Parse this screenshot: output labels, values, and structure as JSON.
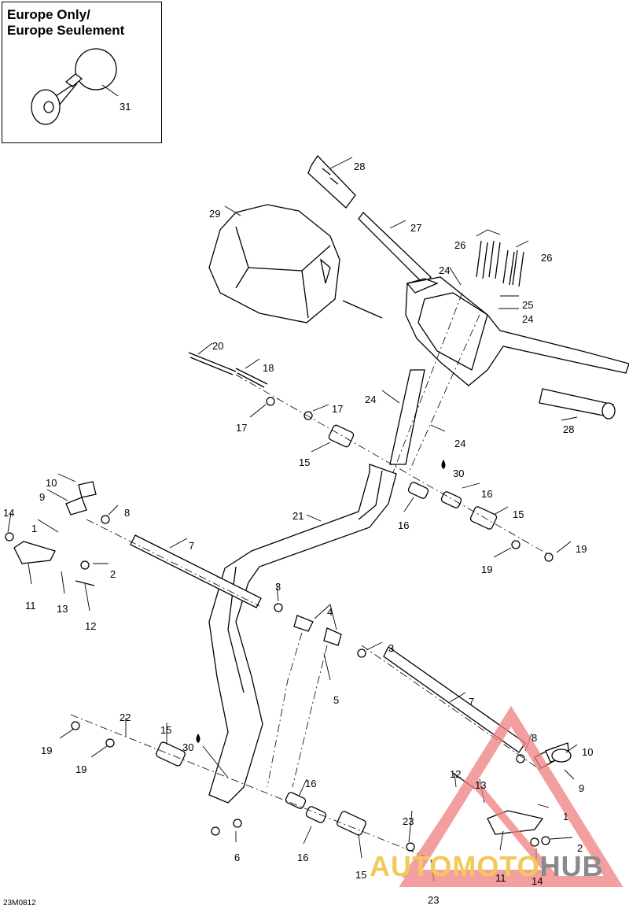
{
  "inset": {
    "title_line1": "Europe Only/",
    "title_line2": "Europe Seulement"
  },
  "diagram_code": "23M0812",
  "watermark": {
    "part1": "AUTOMOTO",
    "part2": "HUB"
  },
  "lubricant_symbol": "drop-icon",
  "callouts": [
    {
      "id": "31",
      "text": "31"
    },
    {
      "id": "28a",
      "text": "28"
    },
    {
      "id": "29",
      "text": "29"
    },
    {
      "id": "27",
      "text": "27"
    },
    {
      "id": "26a",
      "text": "26"
    },
    {
      "id": "26b",
      "text": "26"
    },
    {
      "id": "24a",
      "text": "24"
    },
    {
      "id": "25",
      "text": "25"
    },
    {
      "id": "24b",
      "text": "24"
    },
    {
      "id": "20",
      "text": "20"
    },
    {
      "id": "18",
      "text": "18"
    },
    {
      "id": "24c",
      "text": "24"
    },
    {
      "id": "17a",
      "text": "17"
    },
    {
      "id": "17b",
      "text": "17"
    },
    {
      "id": "24d",
      "text": "24"
    },
    {
      "id": "28b",
      "text": "28"
    },
    {
      "id": "15a",
      "text": "15"
    },
    {
      "id": "30a",
      "text": "30"
    },
    {
      "id": "10a",
      "text": "10"
    },
    {
      "id": "16a",
      "text": "16"
    },
    {
      "id": "9a",
      "text": "9"
    },
    {
      "id": "8a",
      "text": "8"
    },
    {
      "id": "14a",
      "text": "14"
    },
    {
      "id": "21",
      "text": "21"
    },
    {
      "id": "15b",
      "text": "15"
    },
    {
      "id": "16b",
      "text": "16"
    },
    {
      "id": "1a",
      "text": "1"
    },
    {
      "id": "7a",
      "text": "7"
    },
    {
      "id": "19a",
      "text": "19"
    },
    {
      "id": "19b",
      "text": "19"
    },
    {
      "id": "2a",
      "text": "2"
    },
    {
      "id": "11a",
      "text": "11"
    },
    {
      "id": "13a",
      "text": "13"
    },
    {
      "id": "12a",
      "text": "12"
    },
    {
      "id": "3a",
      "text": "3"
    },
    {
      "id": "4",
      "text": "4"
    },
    {
      "id": "3b",
      "text": "3"
    },
    {
      "id": "5",
      "text": "5"
    },
    {
      "id": "7b",
      "text": "7"
    },
    {
      "id": "22",
      "text": "22"
    },
    {
      "id": "15c",
      "text": "15"
    },
    {
      "id": "8b",
      "text": "8"
    },
    {
      "id": "19c",
      "text": "19"
    },
    {
      "id": "30b",
      "text": "30"
    },
    {
      "id": "10b",
      "text": "10"
    },
    {
      "id": "19d",
      "text": "19"
    },
    {
      "id": "12b",
      "text": "12"
    },
    {
      "id": "9b",
      "text": "9"
    },
    {
      "id": "16c",
      "text": "16"
    },
    {
      "id": "13b",
      "text": "13"
    },
    {
      "id": "1b",
      "text": "1"
    },
    {
      "id": "23a",
      "text": "23"
    },
    {
      "id": "2b",
      "text": "2"
    },
    {
      "id": "6",
      "text": "6"
    },
    {
      "id": "16d",
      "text": "16"
    },
    {
      "id": "11b",
      "text": "11"
    },
    {
      "id": "14b",
      "text": "14"
    },
    {
      "id": "15d",
      "text": "15"
    },
    {
      "id": "23b",
      "text": "23"
    }
  ]
}
